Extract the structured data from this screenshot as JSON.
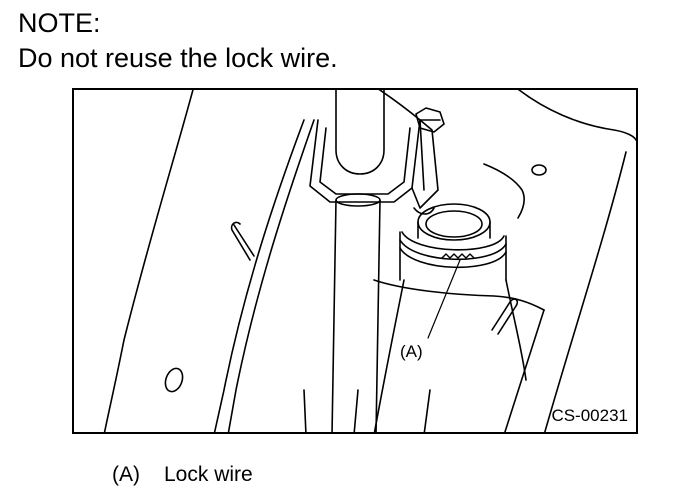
{
  "note": {
    "heading": "NOTE:",
    "text": "Do not reuse the lock wire."
  },
  "figure": {
    "callout": "(A)",
    "code": "CS-00231"
  },
  "legend": {
    "items": [
      {
        "key": "(A)",
        "label": "Lock wire"
      }
    ]
  }
}
